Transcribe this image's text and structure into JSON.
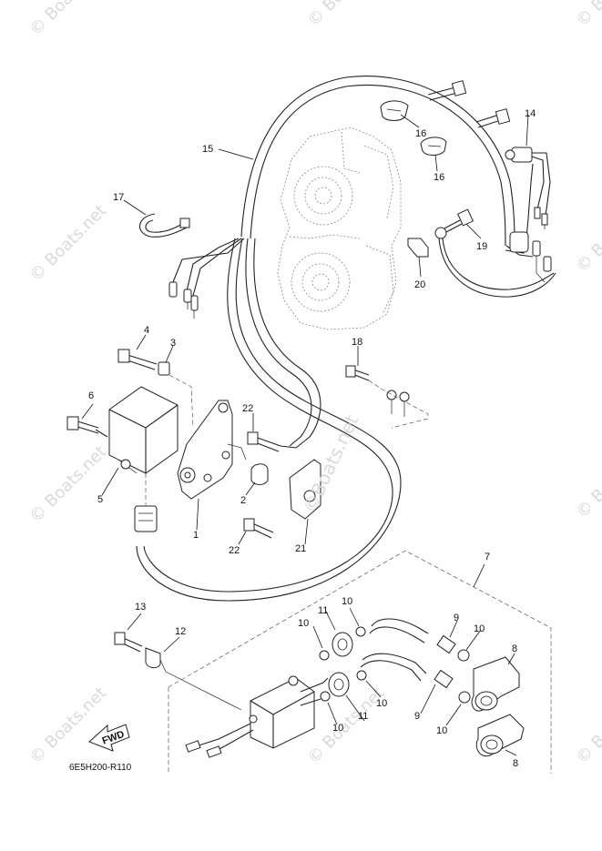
{
  "watermark": {
    "text": "© Boats.net",
    "center_text": "©Boats.net",
    "color": "#d9d9d9"
  },
  "diagram_code": "6E5H200-R110",
  "fwd_arrow": "FWD",
  "callouts": {
    "1": "1",
    "2": "2",
    "3": "3",
    "4": "4",
    "5": "5",
    "6": "6",
    "7": "7",
    "8a": "8",
    "8b": "8",
    "9a": "9",
    "9b": "9",
    "10a": "10",
    "10b": "10",
    "10c": "10",
    "10d": "10",
    "10e": "10",
    "10f": "10",
    "11a": "11",
    "11b": "11",
    "12": "12",
    "13": "13",
    "14": "14",
    "15": "15",
    "16a": "16",
    "16b": "16",
    "17": "17",
    "18": "18",
    "19": "19",
    "20": "20",
    "21": "21",
    "22a": "22",
    "22b": "22"
  }
}
